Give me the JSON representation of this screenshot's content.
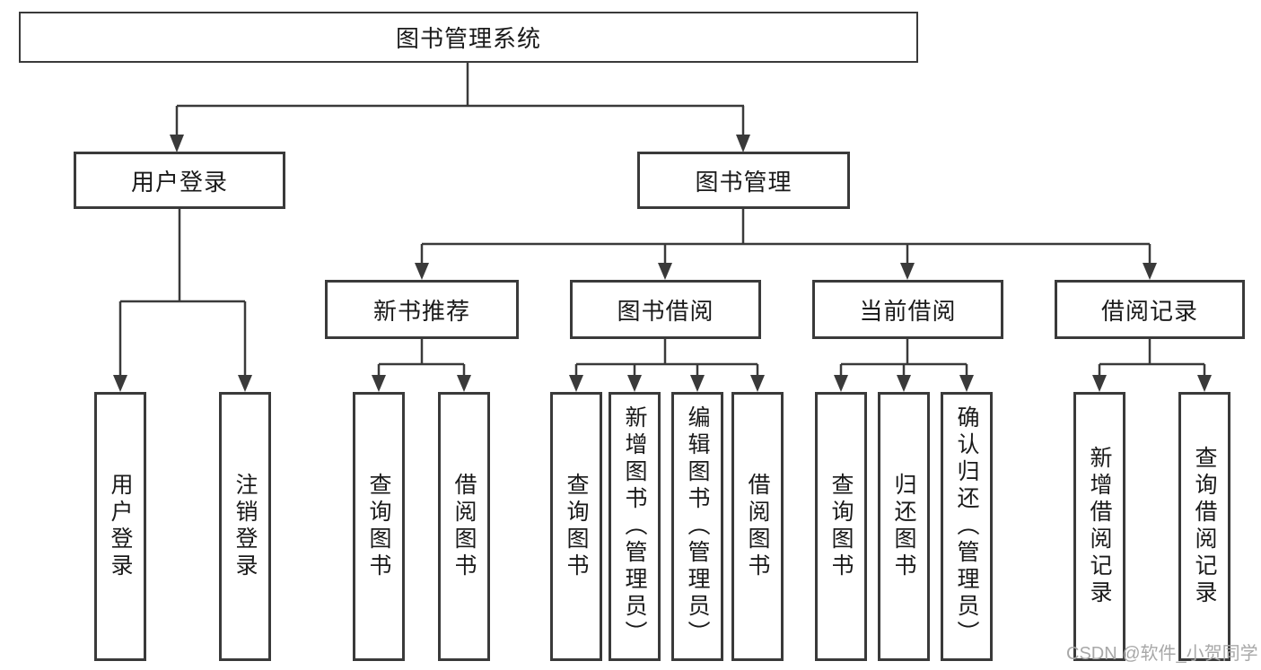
{
  "colors": {
    "line": "#3a3a3a",
    "text": "#1a1a1a",
    "watermark": "#a8a8a8",
    "background": "#ffffff"
  },
  "watermark": "CSDN @软件_小贺同学",
  "tree": {
    "root": {
      "label": "图书管理系统"
    },
    "children": [
      {
        "label": "用户登录",
        "children": [
          {
            "label": "用户登录"
          },
          {
            "label": "注销登录"
          }
        ]
      },
      {
        "label": "图书管理",
        "children": [
          {
            "label": "新书推荐",
            "children": [
              {
                "label": "查询图书"
              },
              {
                "label": "借阅图书"
              }
            ]
          },
          {
            "label": "图书借阅",
            "children": [
              {
                "label": "查询图书"
              },
              {
                "label": "新增图书（管理员）"
              },
              {
                "label": "编辑图书（管理员）"
              },
              {
                "label": "借阅图书"
              }
            ]
          },
          {
            "label": "当前借阅",
            "children": [
              {
                "label": "查询图书"
              },
              {
                "label": "归还图书"
              },
              {
                "label": "确认归还（管理员）"
              }
            ]
          },
          {
            "label": "借阅记录",
            "children": [
              {
                "label": "新增借阅记录"
              },
              {
                "label": "查询借阅记录"
              }
            ]
          }
        ]
      }
    ]
  }
}
